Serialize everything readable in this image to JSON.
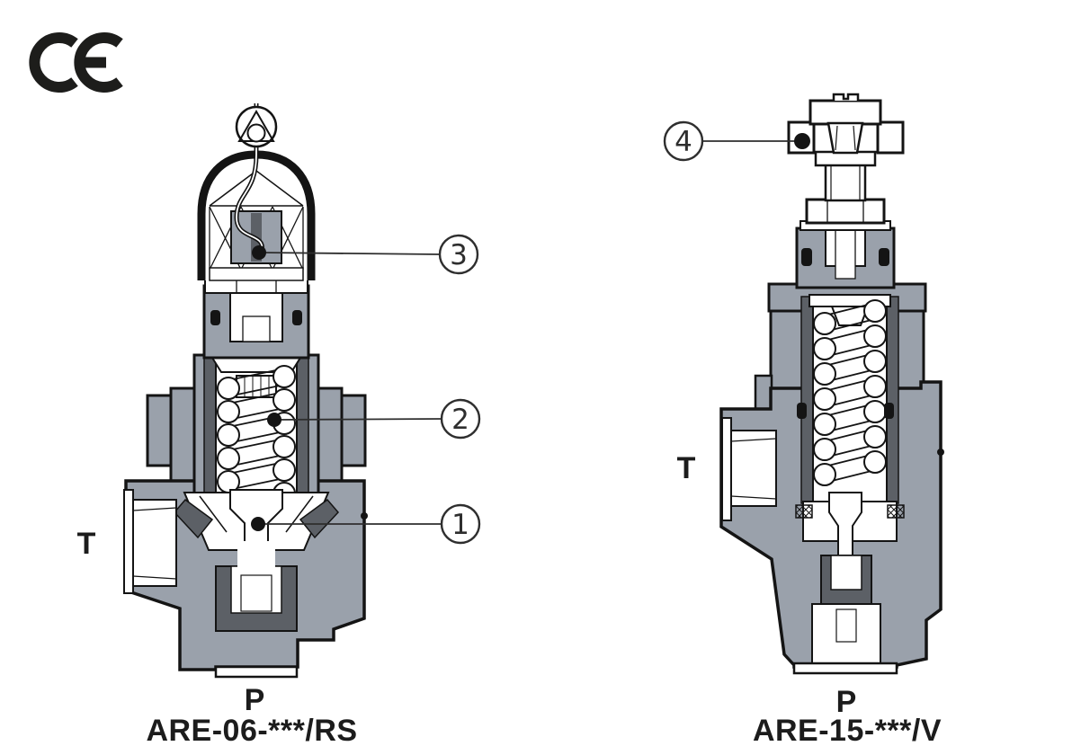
{
  "ce_mark": {
    "label": "CE"
  },
  "callouts": {
    "item1": "1",
    "item2": "2",
    "item3": "3",
    "item4": "4"
  },
  "left_valve": {
    "model": "ARE-06-***/RS",
    "tank_port_label": "T",
    "pressure_port_label": "P"
  },
  "right_valve": {
    "model": "ARE-15-***/V",
    "tank_port_label": "T",
    "pressure_port_label": "P"
  },
  "colors": {
    "body_gray": "#9aa1ab",
    "dark_gray": "#5c6066",
    "line_black": "#141414",
    "callout_stroke": "#2e2e2e",
    "white": "#ffffff"
  }
}
